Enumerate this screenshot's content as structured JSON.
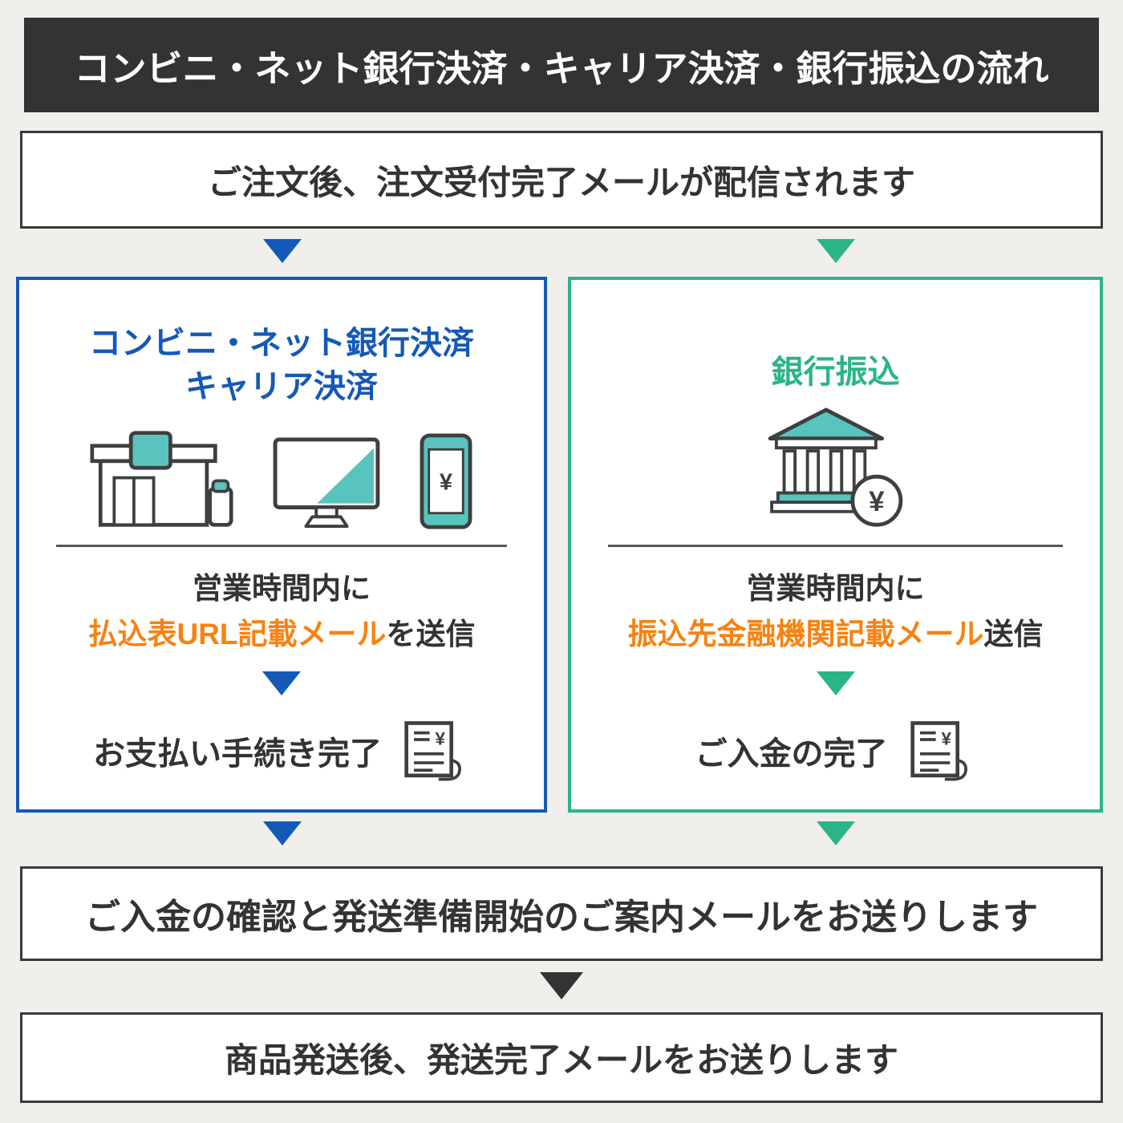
{
  "colors": {
    "bg": "#f0efec",
    "dark": "#333333",
    "blue": "#1459b8",
    "green": "#2bb488",
    "orange": "#f78211",
    "teal": "#58c4bd",
    "icon_stroke": "#3f3f3f"
  },
  "header": {
    "title": "コンビニ・ネット銀行決済・キャリア決済・銀行振込の流れ"
  },
  "steps": {
    "order_mail": "ご注文後、注文受付完了メールが配信されます",
    "payment_confirmed_mail": "ご入金の確認と発送準備開始のご案内メールをお送りします",
    "shipped_mail": "商品発送後、発送完了メールをお送りします"
  },
  "left": {
    "title_line1": "コンビニ・ネット銀行決済",
    "title_line2": "キャリア決済",
    "notice_line1": "営業時間内に",
    "notice_highlight": "払込表URL記載メール",
    "notice_suffix": "を送信",
    "complete_label": "お支払い手続き完了"
  },
  "right": {
    "title": "銀行振込",
    "notice_line1": "営業時間内に",
    "notice_highlight": "振込先金融機関記載メール",
    "notice_suffix": "送信",
    "complete_label": "ご入金の完了"
  },
  "icons": {
    "yen": "¥",
    "names": [
      "convenience-store-icon",
      "monitor-icon",
      "smartphone-icon",
      "bank-icon",
      "receipt-icon",
      "arrow-down-icon"
    ]
  }
}
